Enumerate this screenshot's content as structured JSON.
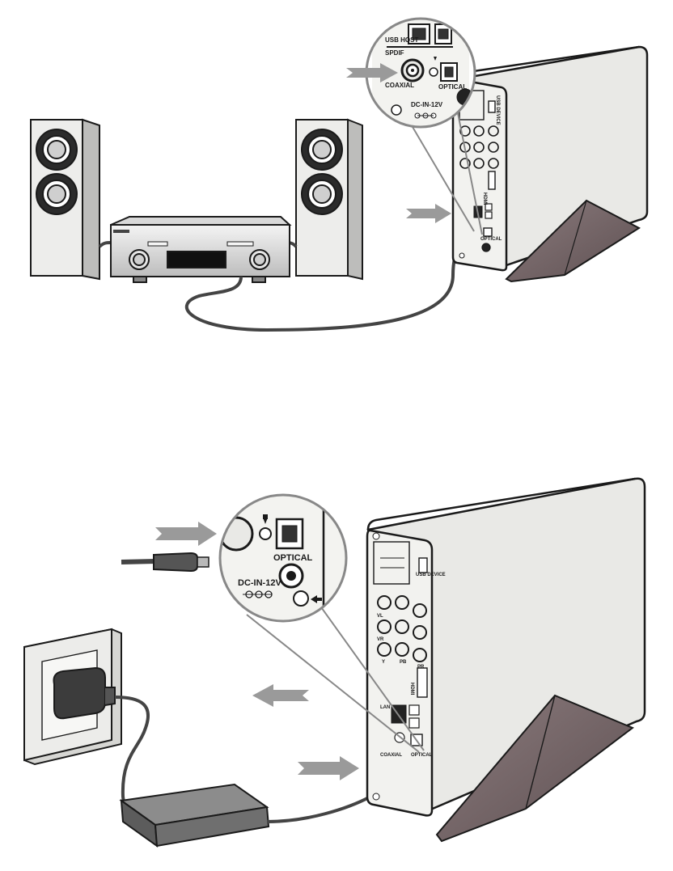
{
  "panel_top": {
    "zoom_labels": {
      "usb_host": "USB HOST",
      "spdif": "SPDIF",
      "coaxial": "COAXIAL",
      "optical": "OPTICAL",
      "dc_in": "DC-IN-12V"
    },
    "back_labels": {
      "usb_device": "USB DEVICE",
      "hdmi": "HDMI",
      "optical": "OPTICAL"
    }
  },
  "panel_bottom": {
    "zoom_labels": {
      "optical": "OPTICAL",
      "dc_in": "DC-IN-12V"
    },
    "back_labels": {
      "usb_device": "USB DEVICE",
      "hdmi": "HDMI",
      "lan": "LAN",
      "coaxial": "COAXIAL",
      "optical": "OPTICAL",
      "vl": "VL",
      "vr": "VR",
      "y": "Y",
      "pb": "PB",
      "pr": "PR"
    }
  },
  "colors": {
    "outline": "#1a1a1a",
    "device_face": "#e9e9e6",
    "device_side": "#c9c9c6",
    "stand": "#77686a",
    "cable": "#444444",
    "arrow": "#9a9a9a",
    "speaker_body": "#ededeb",
    "speaker_side": "#bdbdbb",
    "adapter": "#6a6a6a"
  }
}
